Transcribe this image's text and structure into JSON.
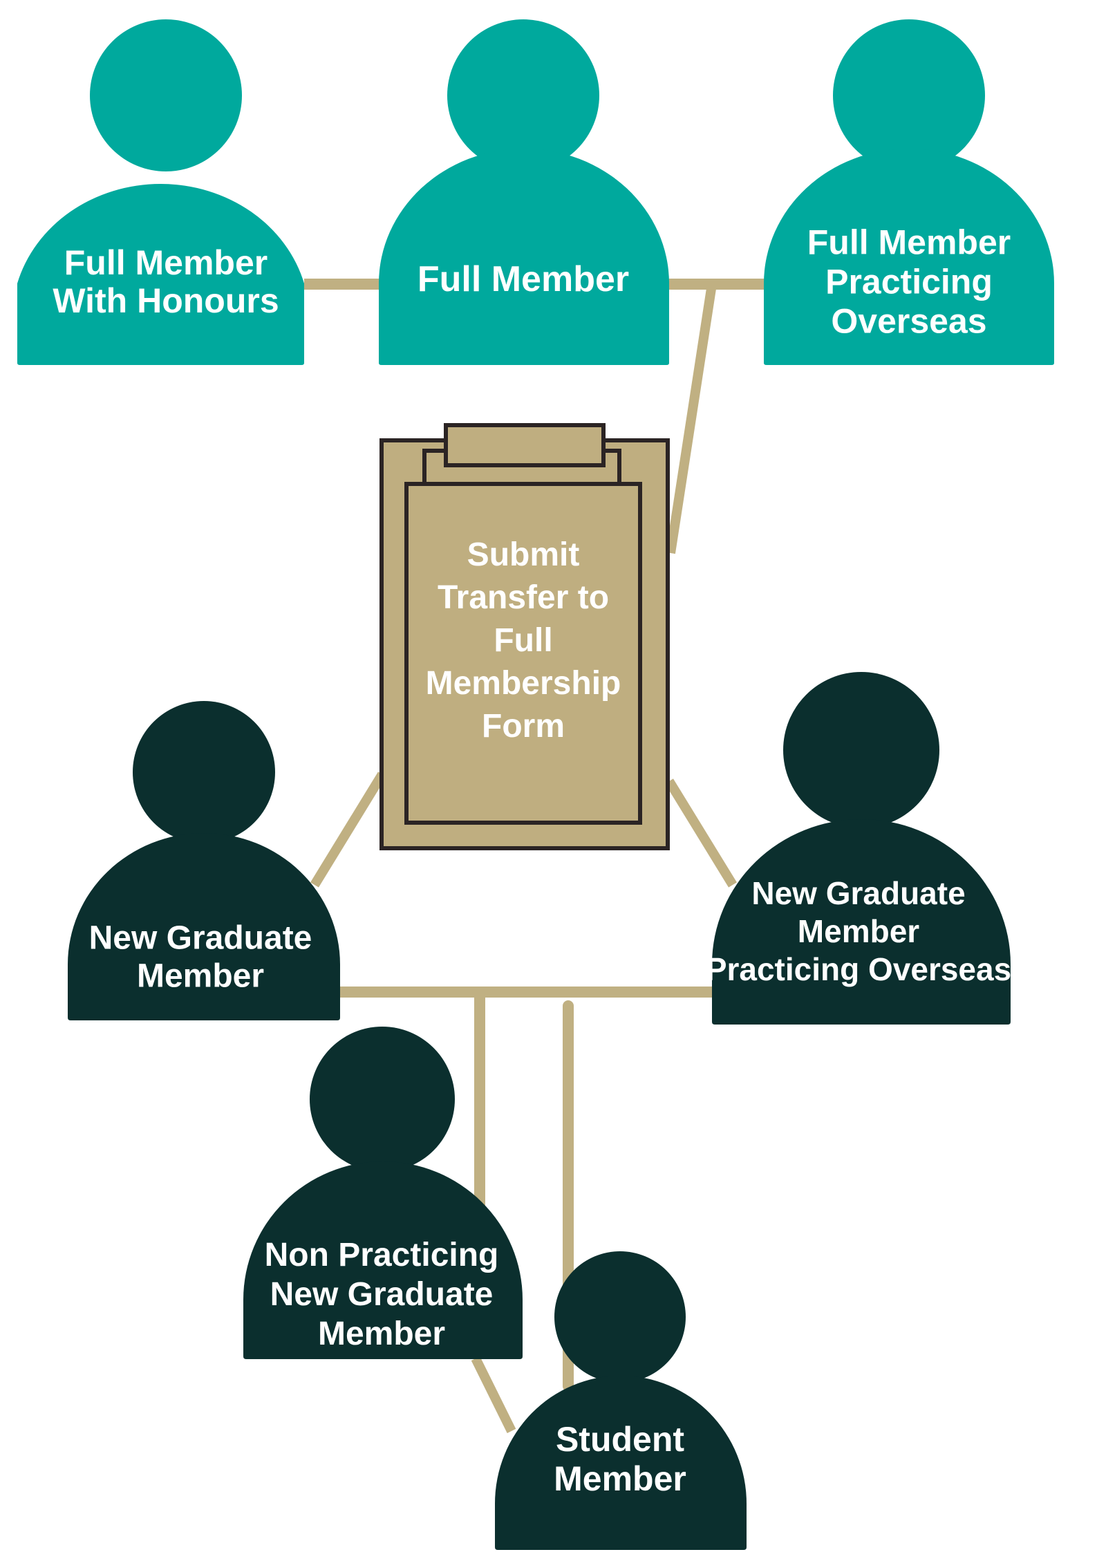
{
  "colors": {
    "full_member": "#00a99d",
    "grad_member": "#0b2f2e",
    "connector": "#c0b082",
    "clipboard_fill": "#bfae80",
    "clipboard_stroke": "#2b2424",
    "label_text": "#ffffff"
  },
  "nodes": {
    "full_honours": {
      "label_lines": [
        "Full Member",
        "With Honours"
      ]
    },
    "full": {
      "label_lines": [
        "Full Member"
      ]
    },
    "full_overseas": {
      "label_lines": [
        "Full Member",
        "Practicing",
        "Overseas"
      ]
    },
    "form": {
      "label_lines": [
        "Submit",
        "Transfer to",
        "Full",
        "Membership",
        "Form"
      ]
    },
    "new_grad": {
      "label_lines": [
        "New Graduate",
        "Member"
      ]
    },
    "new_grad_overseas": {
      "label_lines": [
        "New Graduate",
        "Member",
        "Practicing Overseas"
      ]
    },
    "non_practicing": {
      "label_lines": [
        "Non Practicing",
        "New Graduate",
        "Member"
      ]
    },
    "student": {
      "label_lines": [
        "Student",
        "Member"
      ]
    }
  }
}
